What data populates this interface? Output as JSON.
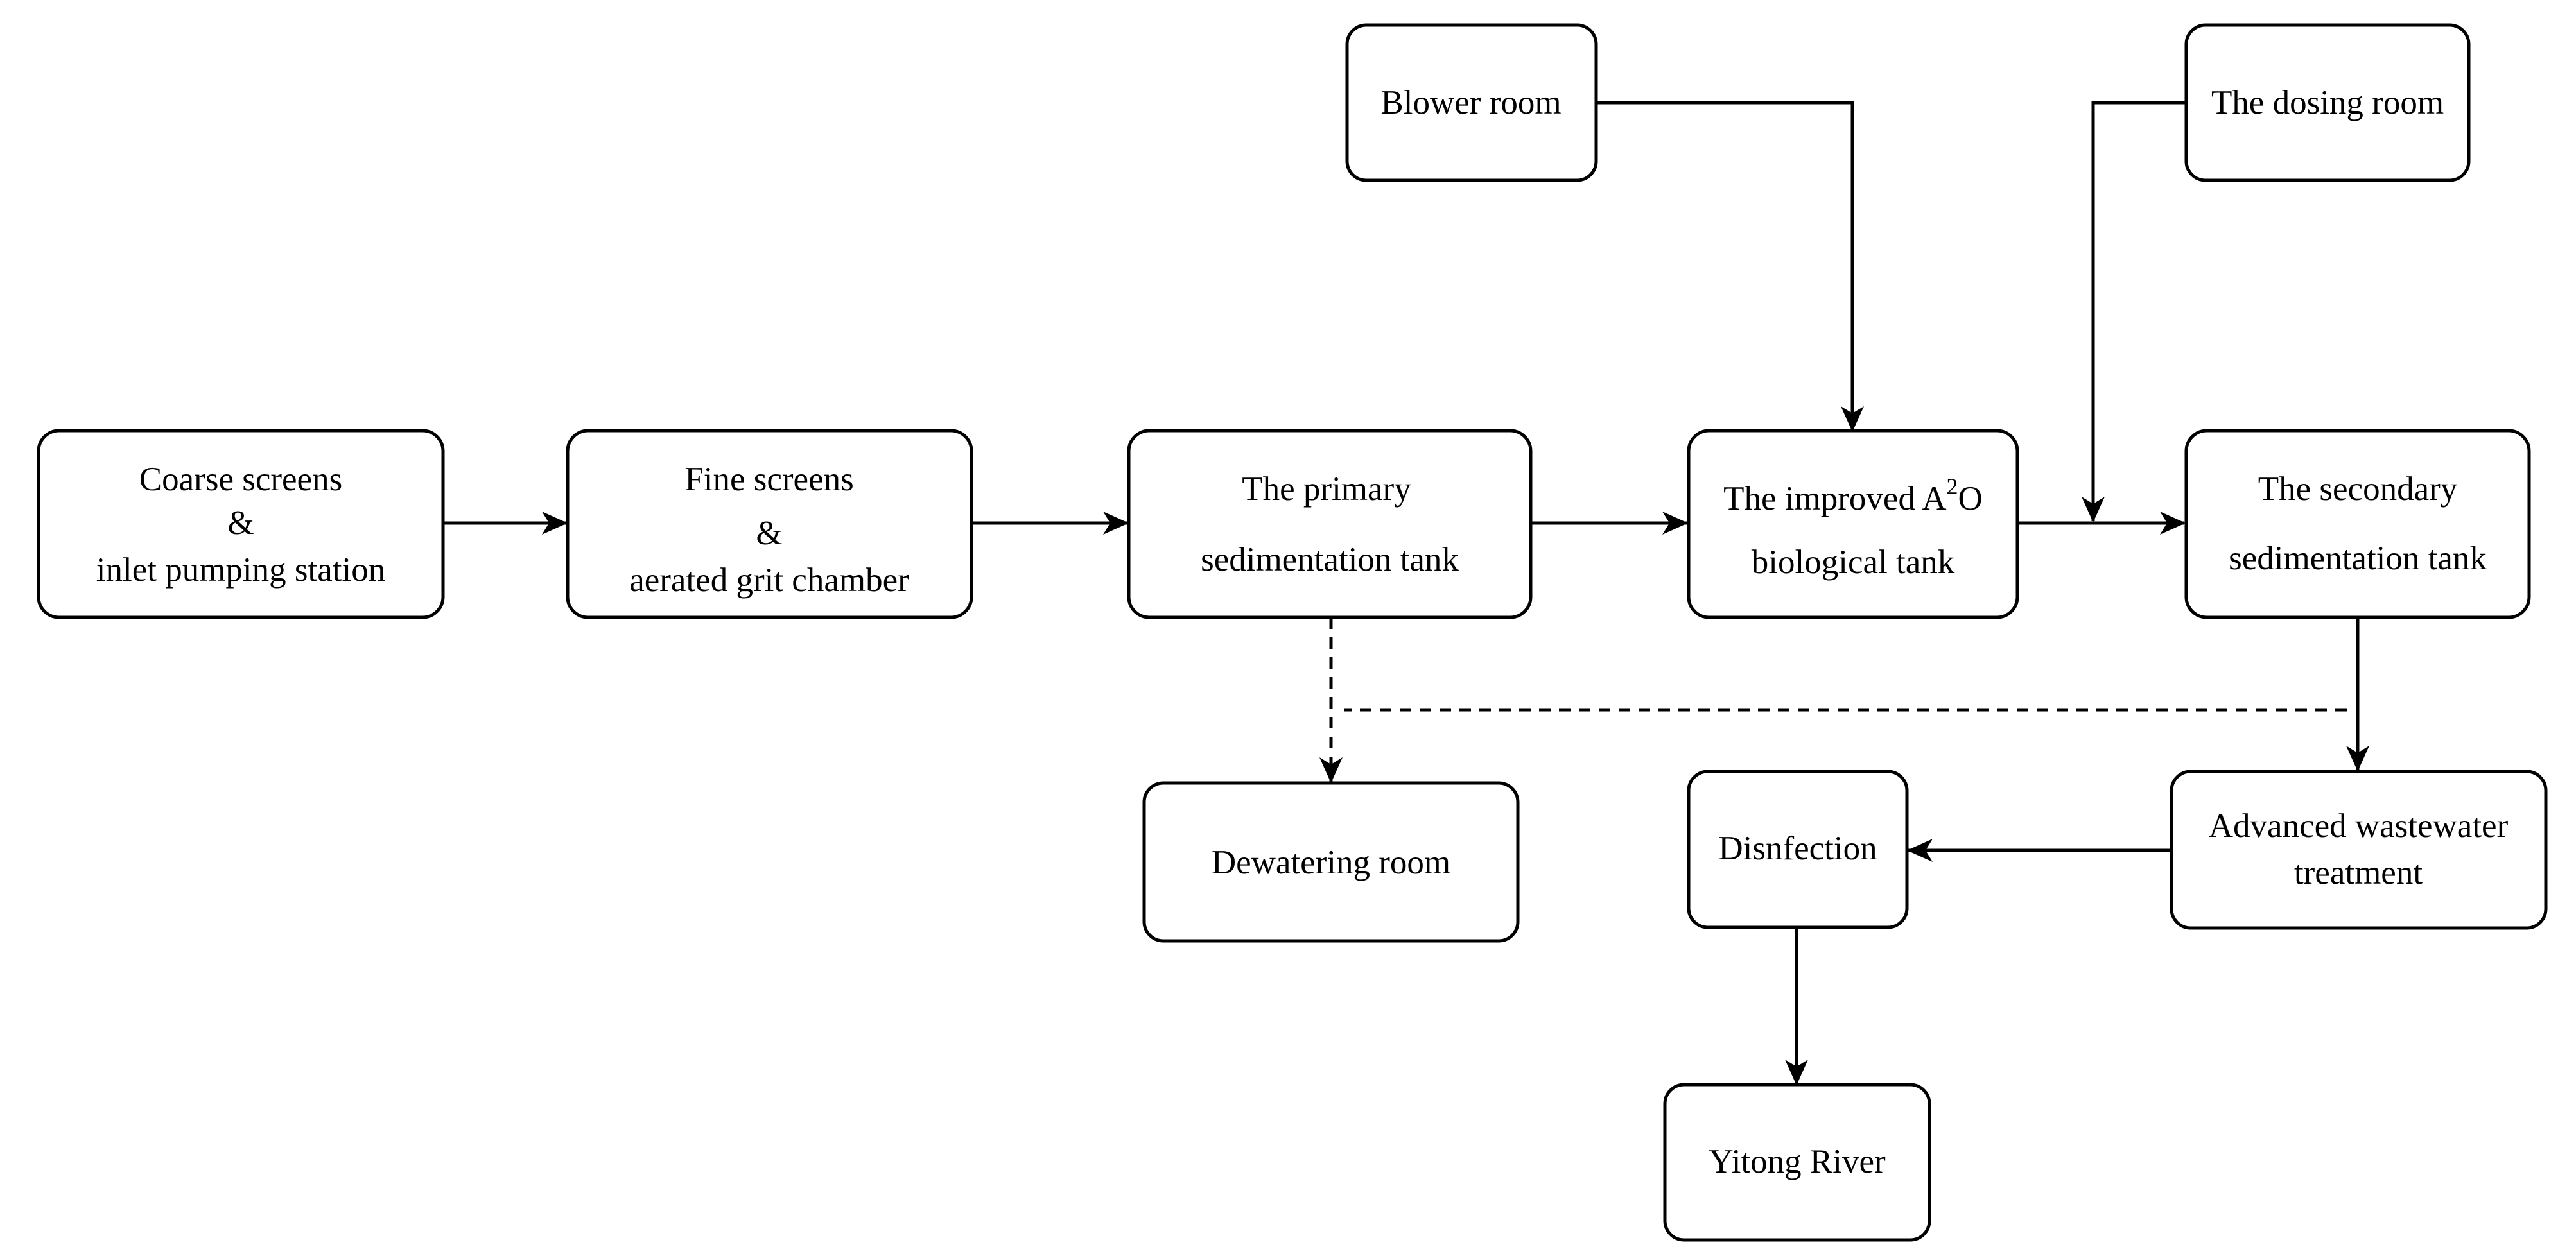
{
  "diagram": {
    "nodes": {
      "coarse": {
        "line1": "Coarse screens",
        "line2": "&",
        "line3": "inlet pumping station"
      },
      "fine": {
        "line1": "Fine screens",
        "line2": "&",
        "line3": "aerated grit chamber"
      },
      "primary": {
        "line1": "The primary",
        "line2": "sedimentation tank"
      },
      "a2o": {
        "line1_prefix": "The improved A",
        "line1_sup": "2",
        "line1_suffix": "O",
        "line2": "biological tank"
      },
      "secondary": {
        "line1": "The secondary",
        "line2": "sedimentation tank"
      },
      "blower": {
        "label": "Blower room"
      },
      "dosing": {
        "label": "The dosing room"
      },
      "dewatering": {
        "label": "Dewatering room"
      },
      "advanced": {
        "line1": "Advanced wastewater",
        "line2": "treatment"
      },
      "disinfection": {
        "label": "Disnfection"
      },
      "river": {
        "label": "Yitong River"
      }
    },
    "edges": [
      {
        "from": "coarse",
        "to": "fine",
        "style": "solid"
      },
      {
        "from": "fine",
        "to": "primary",
        "style": "solid"
      },
      {
        "from": "primary",
        "to": "a2o",
        "style": "solid"
      },
      {
        "from": "a2o",
        "to": "secondary",
        "style": "solid"
      },
      {
        "from": "blower",
        "to": "a2o",
        "style": "solid"
      },
      {
        "from": "dosing",
        "to": "a2o-secondary-link",
        "style": "solid"
      },
      {
        "from": "secondary",
        "to": "advanced",
        "style": "solid"
      },
      {
        "from": "advanced",
        "to": "disinfection",
        "style": "solid"
      },
      {
        "from": "disinfection",
        "to": "river",
        "style": "solid"
      },
      {
        "from": "primary",
        "to": "dewatering",
        "style": "dashed"
      },
      {
        "from": "secondary",
        "to": "dewatering",
        "style": "dashed"
      }
    ]
  }
}
